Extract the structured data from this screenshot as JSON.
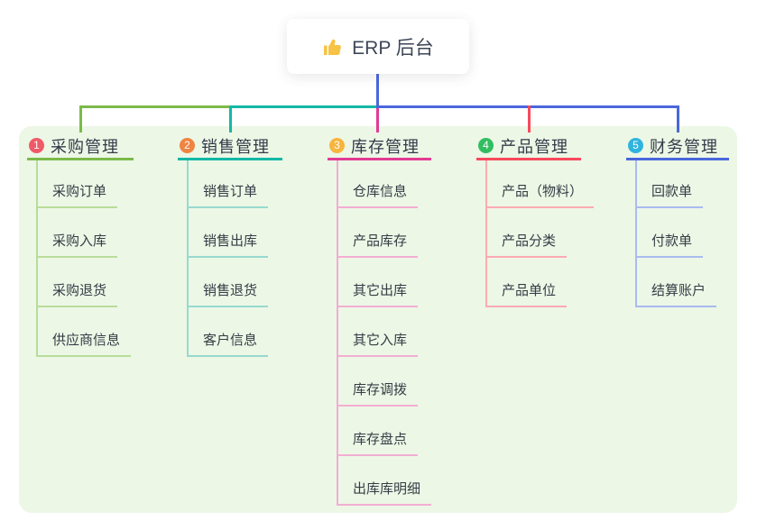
{
  "root": {
    "icon": "thumbs-up-icon",
    "title": "ERP 后台"
  },
  "canvas": {
    "panel_color": "#ecf7e6",
    "root_line_color": "#4a67dd"
  },
  "branches": [
    {
      "badge": "1",
      "label": "采购管理",
      "badge_color": "#f05a68",
      "line_color": "#7cba4a",
      "light_color": "#b9dc9b",
      "children": [
        "采购订单",
        "采购入库",
        "采购退货",
        "供应商信息"
      ]
    },
    {
      "badge": "2",
      "label": "销售管理",
      "badge_color": "#f08442",
      "line_color": "#14b8a5",
      "light_color": "#98d9ce",
      "children": [
        "销售订单",
        "销售出库",
        "销售退货",
        "客户信息"
      ]
    },
    {
      "badge": "3",
      "label": "库存管理",
      "badge_color": "#f7b53e",
      "line_color": "#e23b93",
      "light_color": "#f3aed3",
      "children": [
        "仓库信息",
        "产品库存",
        "其它出库",
        "其它入库",
        "库存调拨",
        "库存盘点",
        "出库库明细"
      ]
    },
    {
      "badge": "4",
      "label": "产品管理",
      "badge_color": "#32bd61",
      "line_color": "#f8495c",
      "light_color": "#fcaab2",
      "children": [
        "产品（物料）",
        "产品分类",
        "产品单位"
      ]
    },
    {
      "badge": "5",
      "label": "财务管理",
      "badge_color": "#30b4dd",
      "line_color": "#4a67dd",
      "light_color": "#a9bbf0",
      "children": [
        "回款单",
        "付款单",
        "结算账户"
      ]
    }
  ]
}
